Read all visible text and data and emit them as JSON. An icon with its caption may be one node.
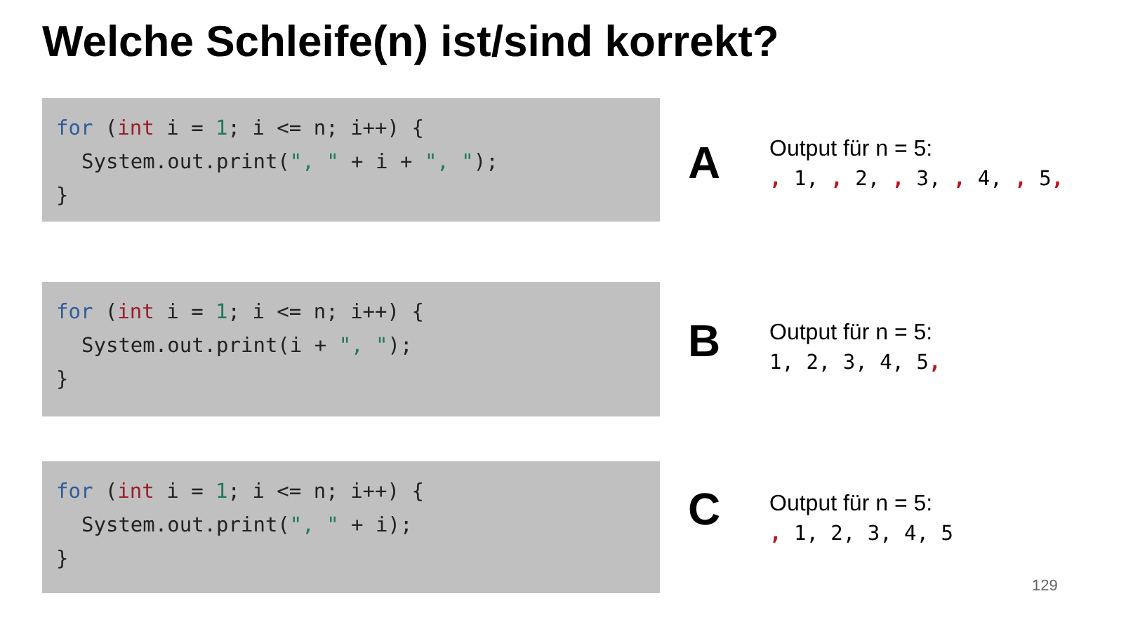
{
  "diagram": {
    "title": "Welche Schleife(n) ist/sind korrekt?",
    "nodes": [
      {
        "text": [
          "for (int i = 1; i <= n; i++) {",
          "System.out.print(\", \" + i + \", \");",
          "}"
        ]
      },
      {
        "text": [
          "for (int i = 1; i <= n; i++) {",
          "System.out.print(i + \", \");",
          "}"
        ]
      },
      {
        "text": [
          "for (int i = 1; i <= n; i++) {",
          "System.out.print(\", \" + i);",
          "}"
        ]
      }
    ],
    "labels": [
      "A",
      "Output für n = 5:",
      ", 1, , 2, , 3, , 4, , 5,",
      "B",
      "Output für n = 5:",
      "1, 2, 3, 4, 5,",
      "C",
      "Output für n = 5:",
      ", 1, 2, 3, 4, 5",
      "129"
    ]
  }
}
